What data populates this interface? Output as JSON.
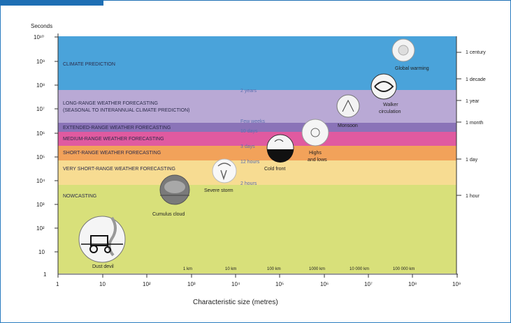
{
  "y_axis_title": "Seconds",
  "x_axis_title": "Characteristic size (metres)",
  "y_ticks": [
    "10¹⁰",
    "10⁹",
    "10⁸",
    "10⁷",
    "10⁶",
    "10⁵",
    "10⁴",
    "10³",
    "10²",
    "10",
    "1"
  ],
  "x_ticks": [
    "1",
    "10",
    "10²",
    "10³",
    "10⁴",
    "10⁵",
    "10⁶",
    "10⁷",
    "10⁸",
    "10⁹"
  ],
  "right_labels": [
    "1 century",
    "1 decade",
    "1 year",
    "1 month",
    "1 day",
    "1 hour"
  ],
  "bands": [
    {
      "label": "CLIMATE PREDICTION",
      "color": "#4aa3da"
    },
    {
      "label": "LONG-RANGE WEATHER FORECASTING",
      "label2": "(SEASONAL TO INTERANNUAL CLIMATE PREDICTION)",
      "color": "#b9a9d5"
    },
    {
      "label": "EXTENDED-RANGE WEATHER FORECASTING",
      "color": "#8a73b8"
    },
    {
      "label": "MEDIUM-RANGE WEATHER FORECASTING",
      "color": "#e05aa0"
    },
    {
      "label": "SHORT-RANGE WEATHER FORECASTING",
      "color": "#f2a25a"
    },
    {
      "label": "VERY SHORT-RANGE WEATHER FORECASTING",
      "color": "#f7dc92"
    },
    {
      "label": "NOWCASTING",
      "color": "#d8e07a"
    }
  ],
  "time_marks": [
    "2 years",
    "Few weeks",
    "10 days",
    "3 days",
    "12 hours",
    "2 hours"
  ],
  "phenomena": [
    "Global warming",
    "Walker circulation",
    "Monsoon",
    "Highs and lows",
    "Cold front",
    "Severe storm",
    "Cumulus cloud",
    "Dust devil"
  ],
  "size_labels": [
    "1 km",
    "10 km",
    "100 km",
    "1000 km",
    "10 000 km",
    "100 000 km"
  ]
}
